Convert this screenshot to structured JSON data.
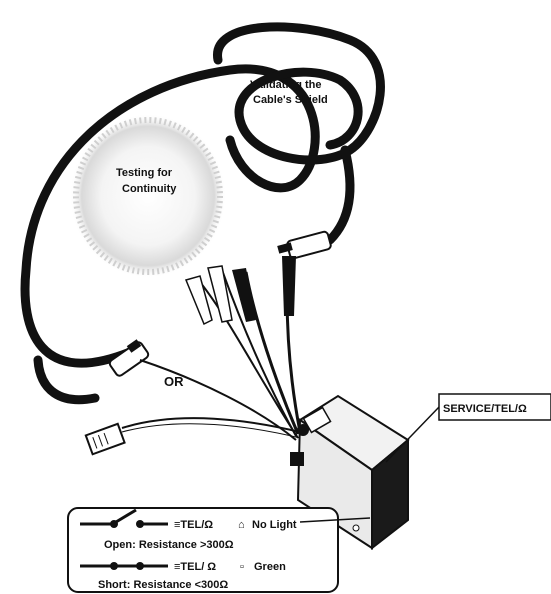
{
  "labels": {
    "shield": [
      "Validating the",
      "Cable's Shield"
    ],
    "continuity": [
      "Testing for",
      "Continuity"
    ],
    "or": "OR",
    "service": "SERVICE/TEL/Ω"
  },
  "legend": {
    "open_state": "≡TEL/Ω",
    "open_indicator": "No Light",
    "open_caption": "Open: Resistance >300Ω",
    "short_state": "≡TEL/ Ω",
    "short_indicator": "Green",
    "short_caption": "Short: Resistance <300Ω"
  }
}
